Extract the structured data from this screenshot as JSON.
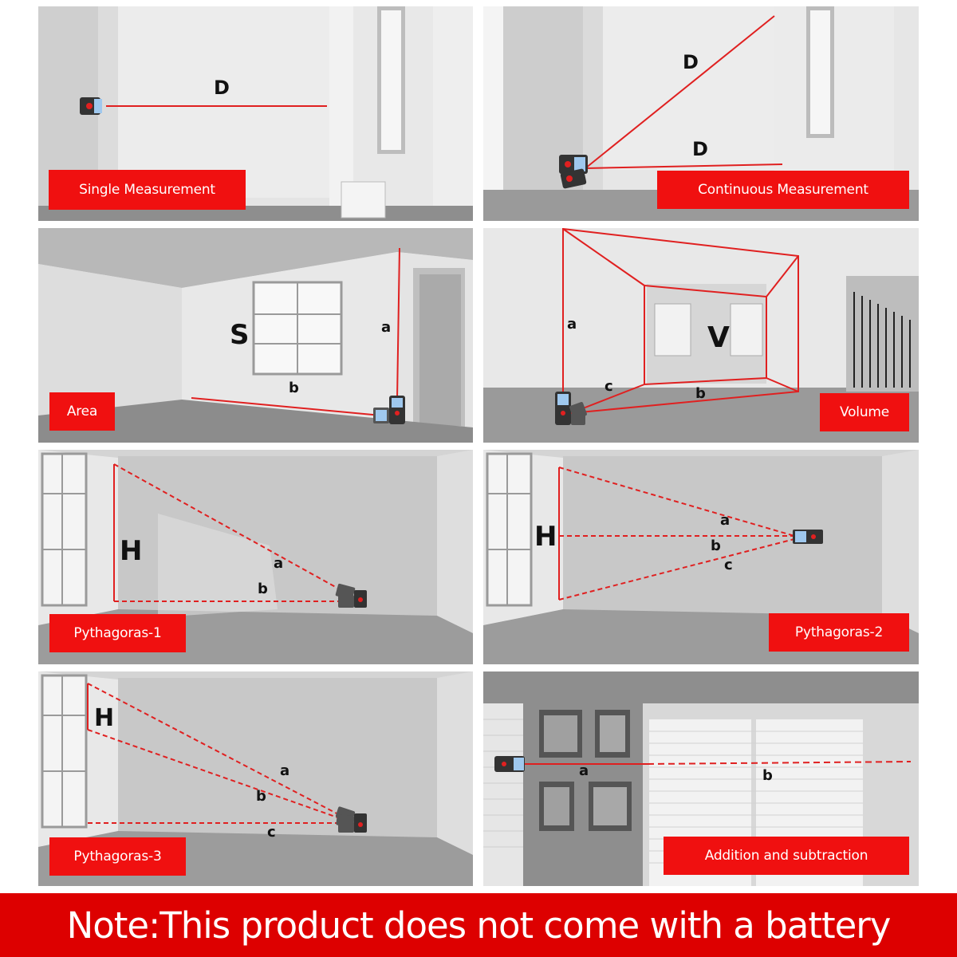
{
  "panels": [
    {
      "id": "single",
      "label": "Single Measurement",
      "annotations": [
        "D"
      ]
    },
    {
      "id": "continuous",
      "label": "Continuous Measurement",
      "annotations": [
        "D",
        "D"
      ]
    },
    {
      "id": "area",
      "label": "Area",
      "annotations": [
        "S",
        "a",
        "b"
      ]
    },
    {
      "id": "volume",
      "label": "Volume",
      "annotations": [
        "V",
        "a",
        "b",
        "c"
      ]
    },
    {
      "id": "pyth1",
      "label": "Pythagoras-1",
      "annotations": [
        "H",
        "a",
        "b"
      ]
    },
    {
      "id": "pyth2",
      "label": "Pythagoras-2",
      "annotations": [
        "H",
        "a",
        "b",
        "c"
      ]
    },
    {
      "id": "pyth3",
      "label": "Pythagoras-3",
      "annotations": [
        "H",
        "a",
        "b",
        "c"
      ]
    },
    {
      "id": "addsub",
      "label": "Addition and subtraction",
      "annotations": [
        "a",
        "b"
      ]
    }
  ],
  "banner": {
    "text": "Note:This product does not come with a battery"
  },
  "colors": {
    "accent": "#f01010",
    "banner": "#dd0000",
    "laser": "#e02020",
    "text": "#ffffff"
  }
}
